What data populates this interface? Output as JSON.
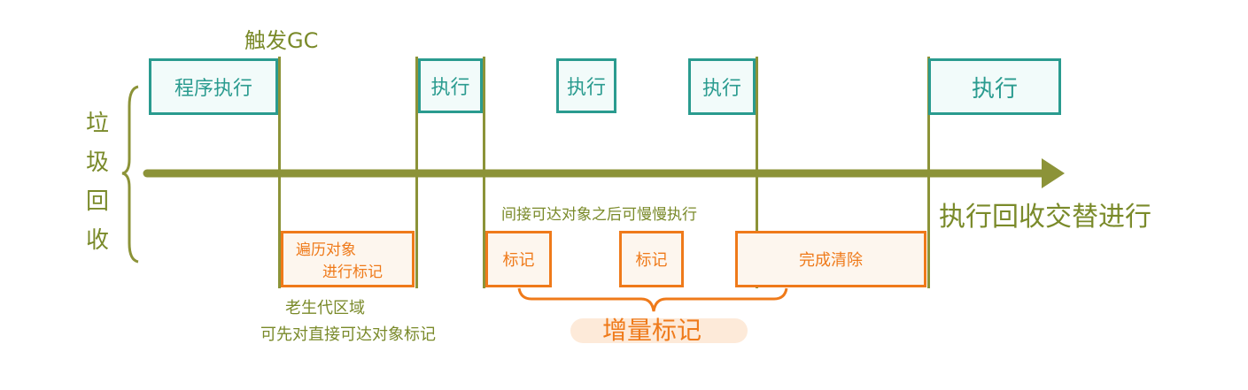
{
  "trigger_label": "触发GC",
  "y_axis_label": "垃圾回收",
  "exec_boxes": [
    "程序执行",
    "执行",
    "执行",
    "执行",
    "执行"
  ],
  "axis_note": "执行回收交替进行",
  "traverse_box": {
    "line1": "遍历对象",
    "line2": "进行标记"
  },
  "traverse_note": {
    "line1": "老生代区域",
    "line2": "可先对直接可达对象标记"
  },
  "indirect_note": "间接可达对象之后可慢慢执行",
  "mark_labels": [
    "标记",
    "标记"
  ],
  "clear_label": "完成清除",
  "incremental_label": "增量标记",
  "colors": {
    "axis": "#8c9338",
    "exec": "#2a9b8f",
    "mark": "#ef7a1a"
  }
}
